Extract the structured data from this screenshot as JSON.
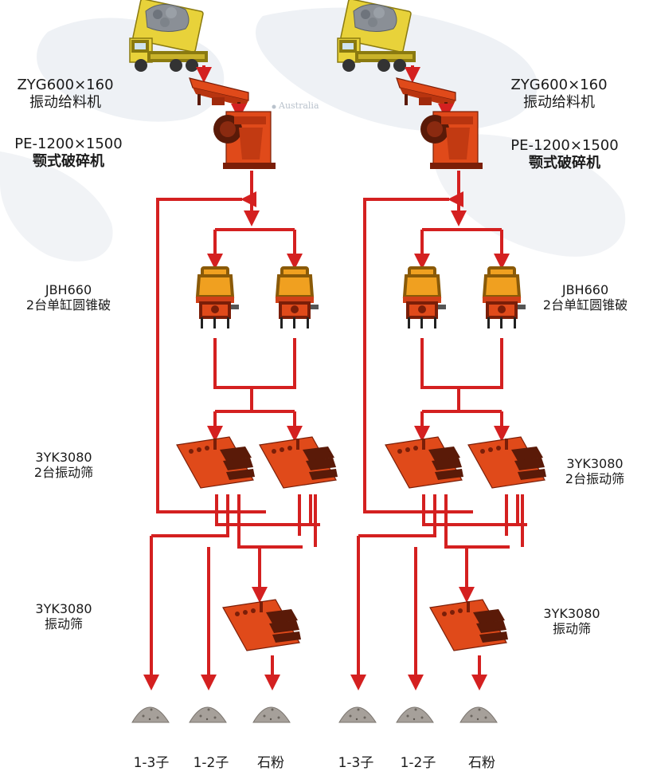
{
  "background": {
    "map_label": "Australia",
    "map_color": "#e9edf2"
  },
  "colors": {
    "flow": "#d42020",
    "machine": "#e04a1a",
    "truck": "#e8d23a"
  },
  "left_labels": {
    "feeder": {
      "model": "ZYG600×160",
      "name": "振动给料机"
    },
    "jaw": {
      "model": "PE-1200×1500",
      "name": "颚式破碎机"
    },
    "cone": {
      "model": "JBH660",
      "name": "2台单缸圆锥破"
    },
    "screens": {
      "model": "3YK3080",
      "name": "2台振动筛"
    },
    "screen": {
      "model": "3YK3080",
      "name": "振动筛"
    }
  },
  "right_labels": {
    "feeder": {
      "model": "ZYG600×160",
      "name": "振动给料机"
    },
    "jaw": {
      "model": "PE-1200×1500",
      "name": "颚式破碎机"
    },
    "cone": {
      "model": "JBH660",
      "name": "2台单缸圆锥破"
    },
    "screens": {
      "model": "3YK3080",
      "name": "2台振动筛"
    },
    "screen": {
      "model": "3YK3080",
      "name": "振动筛"
    }
  },
  "products": [
    "1-3子",
    "1-2子",
    "石粉",
    "1-3子",
    "1-2子",
    "石粉"
  ]
}
